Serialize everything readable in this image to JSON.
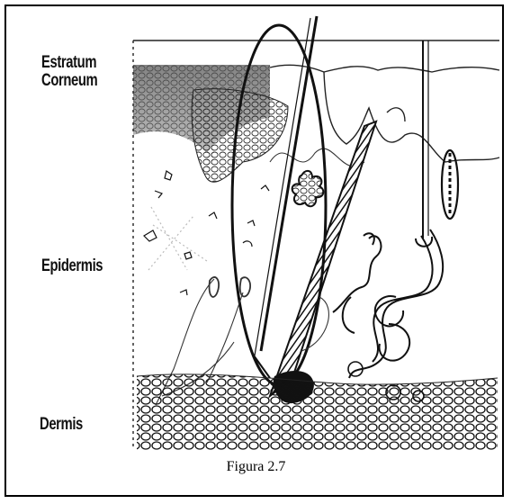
{
  "figure": {
    "labels": {
      "stratum_line1": "Estratum",
      "stratum_line2": "Corneum",
      "epidermis": "Epidermis",
      "dermis": "Dermis"
    },
    "caption": "Figura 2.7"
  },
  "colors": {
    "border": "#000000",
    "ink": "#111111",
    "stratum_shade": "#8a8a8a",
    "background": "#ffffff"
  }
}
